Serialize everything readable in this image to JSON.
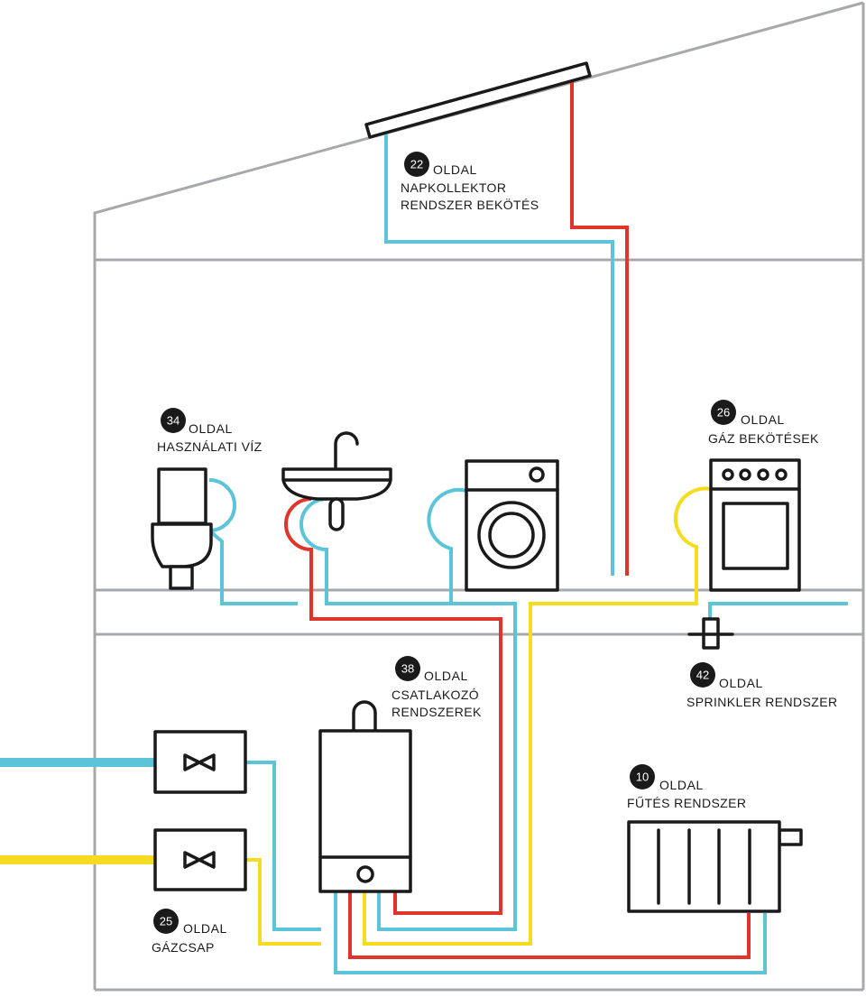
{
  "colors": {
    "cold_water": "#5bc4d8",
    "hot_water": "#e0352b",
    "gas": "#f5dc1e",
    "house_outline": "#a7a8ab",
    "fixture": "#1a1a1a"
  },
  "labels": [
    {
      "id": "napkollektor",
      "number": "22",
      "word": "OLDAL",
      "lines": [
        "NAPKOLLEKTOR",
        "RENDSZER BEKÖTÉS"
      ]
    },
    {
      "id": "hasznalati-viz",
      "number": "34",
      "word": "OLDAL",
      "lines": [
        "HASZNÁLATI VÍZ"
      ]
    },
    {
      "id": "gaz-bekotesek",
      "number": "26",
      "word": "OLDAL",
      "lines": [
        "GÁZ BEKÖTÉSEK"
      ]
    },
    {
      "id": "csatlakozo",
      "number": "38",
      "word": "OLDAL",
      "lines": [
        "CSATLAKOZÓ",
        "RENDSZEREK"
      ]
    },
    {
      "id": "sprinkler",
      "number": "42",
      "word": "OLDAL",
      "lines": [
        "SPRINKLER RENDSZER"
      ]
    },
    {
      "id": "futes",
      "number": "10",
      "word": "OLDAL",
      "lines": [
        "FŰTÉS RENDSZER"
      ]
    },
    {
      "id": "gazcsap",
      "number": "25",
      "word": "OLDAL",
      "lines": [
        "GÁZCSAP"
      ]
    }
  ],
  "fixtures": [
    "solar-collector",
    "toilet",
    "sink",
    "washing-machine",
    "gas-stove",
    "boiler",
    "radiator",
    "water-valve",
    "gas-valve",
    "sprinkler-head"
  ]
}
